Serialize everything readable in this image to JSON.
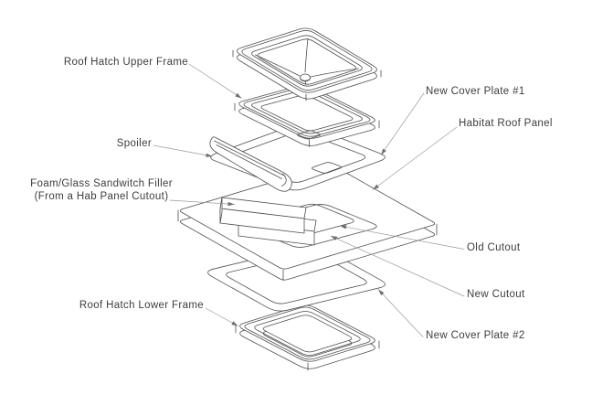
{
  "diagram": {
    "kind": "exploded-assembly-drawing",
    "subject": "Roof hatch installation in habitat roof panel",
    "background_color": "#ffffff",
    "line_color": "#4f4f4f",
    "leader_color": "#9b9b9b",
    "text_color": "#3d3d3d"
  },
  "labels": [
    {
      "id": "roof-hatch-upper-frame",
      "text": "Roof Hatch Upper Frame"
    },
    {
      "id": "new-cover-plate-1",
      "text": "New Cover Plate #1"
    },
    {
      "id": "habitat-roof-panel",
      "text": "Habitat Roof Panel"
    },
    {
      "id": "spoiler",
      "text": "Spoiler"
    },
    {
      "id": "foam-glass-sandwich-filler",
      "text": "Foam/Glass Sandwitch Filler",
      "text2": "(From a Hab Panel Cutout)"
    },
    {
      "id": "old-cutout",
      "text": "Old Cutout"
    },
    {
      "id": "new-cutout",
      "text": "New Cutout"
    },
    {
      "id": "new-cover-plate-2",
      "text": "New Cover Plate #2"
    },
    {
      "id": "roof-hatch-lower-frame",
      "text": "Roof Hatch Lower Frame"
    }
  ]
}
